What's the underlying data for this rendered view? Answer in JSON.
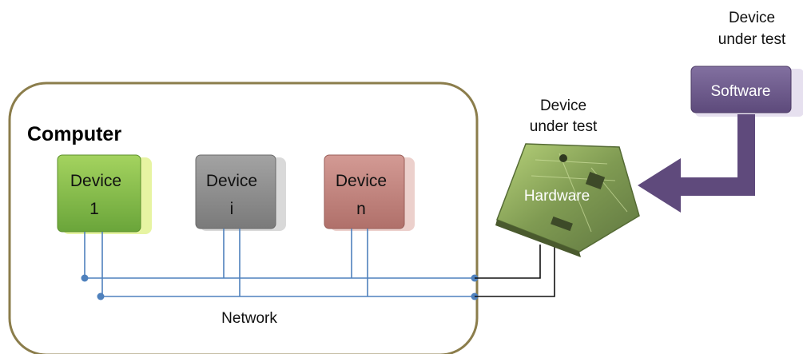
{
  "computer": {
    "title": "Computer"
  },
  "devices": [
    {
      "line1": "Device",
      "line2": "1"
    },
    {
      "line1": "Device",
      "line2": "i"
    },
    {
      "line1": "Device",
      "line2": "n"
    }
  ],
  "network": {
    "label": "Network"
  },
  "hardware_dut": {
    "caption_line1": "Device",
    "caption_line2": "under test",
    "label": "Hardware"
  },
  "software_dut": {
    "caption_line1": "Device",
    "caption_line2": "under test",
    "label": "Software"
  },
  "colors": {
    "computer_border": "#8b7d4b",
    "network_line": "#4f81bd",
    "device1": "#7ab648",
    "device_i": "#8c8c8c",
    "device_n": "#c0807a",
    "software_box": "#6b5589",
    "arrow": "#5f4a7c"
  }
}
